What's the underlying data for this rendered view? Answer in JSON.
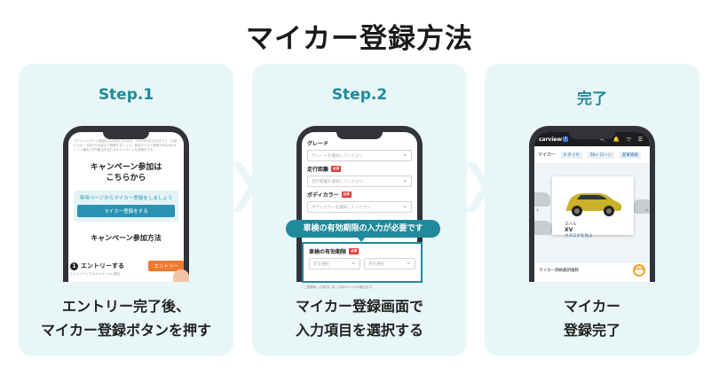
{
  "title": "マイカー登録方法",
  "steps": [
    {
      "label": "Step.1",
      "caption_line1": "エントリー完了後、",
      "caption_line2": "マイカー登録ボタンを押す",
      "phone": {
        "intro_text": "ラエキャンペーン参加の方が表示されます。2025年3月31日までに（以前にもれ）合計3カ月目まで登録することで、参加マイカー登録でPayPayポイント最大1万円相当が当たるキャンペーンを実施中です。",
        "heading_line1": "キャンペーン参加は",
        "heading_line2": "こちらから",
        "box_title": "専用ページからマイカー登録をしましょう",
        "register_button": "マイカー登録をする",
        "method_heading": "キャンペーン参加方法",
        "entry_number": "1",
        "entry_label": "エントリーする",
        "entry_button": "エントリー",
        "entry_note": "エントリーしてキャンペーンに参加"
      }
    },
    {
      "label": "Step.2",
      "caption_line1": "マイカー登録画面で",
      "caption_line2": "入力項目を選択する",
      "phone": {
        "grade_label": "グレード",
        "grade_placeholder": "グレードを選択してください",
        "mileage_label": "走行距離",
        "mileage_placeholder": "走行距離を選択してください",
        "color_label": "ボディカラー",
        "color_placeholder": "ボディカラーを選択してください",
        "required_badge": "必須",
        "tooltip": "車検の有効期限の入力が必要です",
        "inspection_label": "車検の有効期限",
        "year_placeholder": "年を選択",
        "month_placeholder": "月を選択",
        "footer_note": "ご登録後、心変付に探く以後のメールが届きます。"
      }
    },
    {
      "label": "完了",
      "caption_line1": "マイカー",
      "caption_line2": "登録完了",
      "phone": {
        "logo": "carview",
        "logo_badge": "!",
        "header_icons": "🔍 🔔 ▽ ☰",
        "section_label": "マイカー",
        "chip_1": "4 タイヤ",
        "chip_2": "59+ ローン",
        "chip_3": "愛車情報",
        "car_make": "スバル",
        "car_model": "XV",
        "car_sub": "カタログを見る",
        "footer_label": "マイカー価格最新推移",
        "percent": "55%"
      }
    }
  ],
  "colors": {
    "accent": "#1f8a9c",
    "card_bg": "#e8f6f7",
    "orange": "#f07a2e",
    "required": "#e23b3b",
    "car": "#c9b227"
  }
}
